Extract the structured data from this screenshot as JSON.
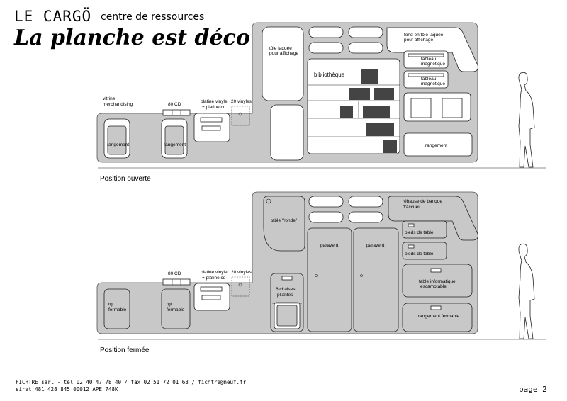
{
  "header": {
    "brand": "LE CARGÖ",
    "subtitle": "centre de ressources",
    "headline": "La planche est découpée"
  },
  "open": {
    "position_label": "Position ouverte",
    "labels": {
      "vitrine": [
        "vitrine",
        "merchandising"
      ],
      "cd": "80 CD",
      "platine": [
        "platine vinyle",
        "+ platine cd"
      ],
      "vinyles": "20 vinyles",
      "rangement1": "rangement",
      "rangement2": "rangement",
      "tole": [
        "tôle laquée",
        "pour affichage"
      ],
      "bibliotheque": "bibliothèque",
      "fond": [
        "fond en tôle laquée",
        "pour affichage"
      ],
      "tableau1": [
        "tableau",
        "magnétique"
      ],
      "tableau2": [
        "tableau",
        "magnétique"
      ],
      "rangement3": "rangement"
    }
  },
  "closed": {
    "position_label": "Position fermée",
    "labels": {
      "cd": "80 CD",
      "platine": [
        "platine vinyle",
        "+ platine cd"
      ],
      "vinyles": "20 vinyles",
      "rgt1": [
        "rgt.",
        "fermable"
      ],
      "rgt2": [
        "rgt.",
        "fermable"
      ],
      "table_ronde": "table \"ronde\"",
      "chaises": [
        "6 chaises",
        "pliantes"
      ],
      "paravent1": "paravent",
      "paravent2": "paravent",
      "rehausse": [
        "réhause de banque",
        "d'accueil"
      ],
      "pieds1": "pieds de table",
      "pieds2": "pieds de table",
      "table_info": [
        "table informatique",
        "escamotable"
      ],
      "rangement_fermable": "rangement fermable"
    }
  },
  "footer": {
    "line1": "FICHTRE sarl - tel 02 40 47 78 40 / fax 02 51 72 01 63 / fichtre@neuf.fr",
    "line2": "siret 481 428 845 00012 APE 748K",
    "page": "page 2"
  }
}
